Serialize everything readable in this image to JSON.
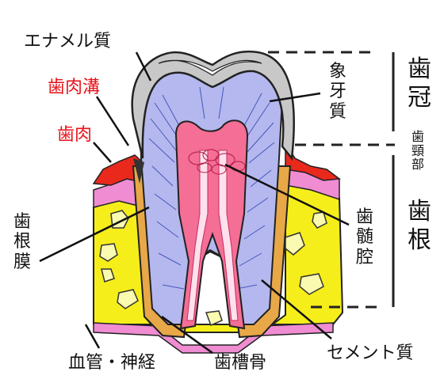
{
  "labels": {
    "enamel": "エナメル質",
    "gingival_sulcus": "歯肉溝",
    "gingiva": "歯肉",
    "pdl": "歯根膜",
    "blood_nerve": "血管・神経",
    "alveolar_bone": "歯槽骨",
    "cementum": "セメント質",
    "pulp_cavity": "歯髄腔",
    "dentin": "象牙質",
    "crown": "歯冠",
    "neck": "歯頸部",
    "root": "歯根"
  },
  "colors": {
    "enamel": "#c8c8c8",
    "dentin": "#b4b8ee",
    "pulp": "#f46e96",
    "bone": "#f6ee1a",
    "gum": "#e8291c",
    "gum_pink": "#f08cd2",
    "vessel": "#ffe0ec",
    "label_red": "#e8121a",
    "cementum": "#e8a848"
  }
}
